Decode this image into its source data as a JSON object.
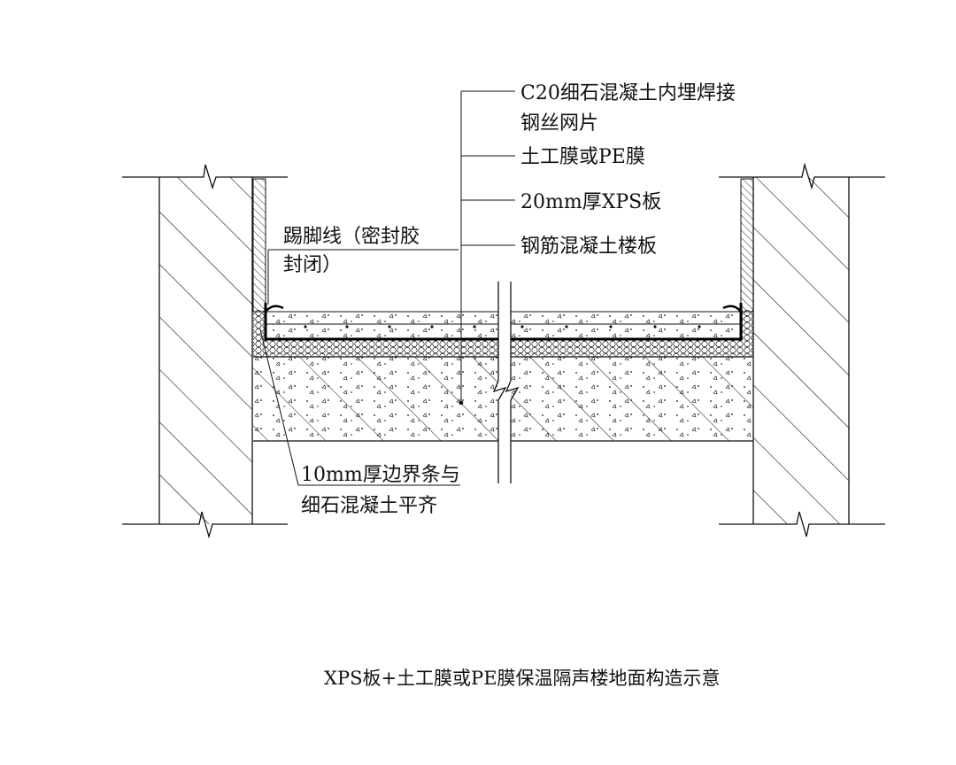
{
  "annotations": {
    "mesh_concrete_line1": "C20细石混凝土内埋焊接",
    "mesh_concrete_line2": "钢丝网片",
    "membrane": "土工膜或PE膜",
    "xps_board": "20mm厚XPS板",
    "rc_slab": "钢筋混凝土楼板",
    "skirting_line1": "踢脚线（密封胶",
    "skirting_line2": "封闭）",
    "edge_strip_line1": "10mm厚边界条与",
    "edge_strip_line2": "细石混凝土平齐"
  },
  "caption": "XPS板+土工膜或PE膜保温隔声楼地面构造示意",
  "colors": {
    "line": "#111111",
    "background": "#ffffff"
  }
}
